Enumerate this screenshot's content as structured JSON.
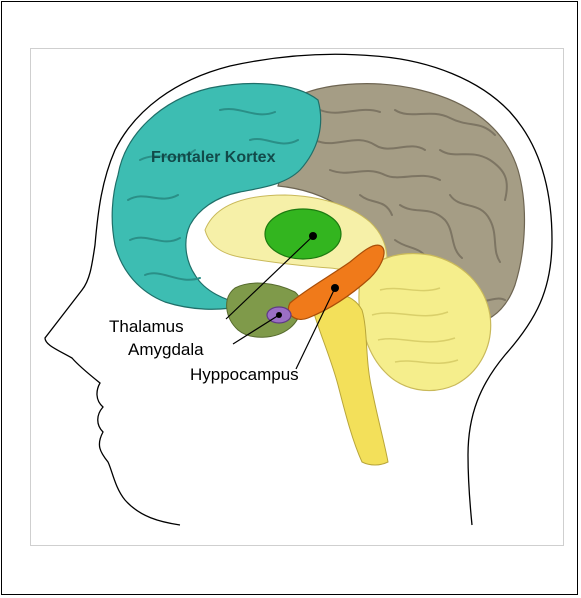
{
  "labels": {
    "frontal_cortex": "Frontaler Kortex",
    "thalamus": "Thalamus",
    "amygdala": "Amygdala",
    "hippocampus": "Hyppocampus"
  },
  "colors": {
    "frontal_cortex": "#3dbdb2",
    "cortex_rest": "#a59d85",
    "thalamus": "#33b51f",
    "amygdala": "#9b6fc4",
    "hippocampus": "#f07a1a",
    "cerebellum": "#f5ee8c",
    "brainstem": "#f3e05a",
    "head_outline": "#000000"
  }
}
